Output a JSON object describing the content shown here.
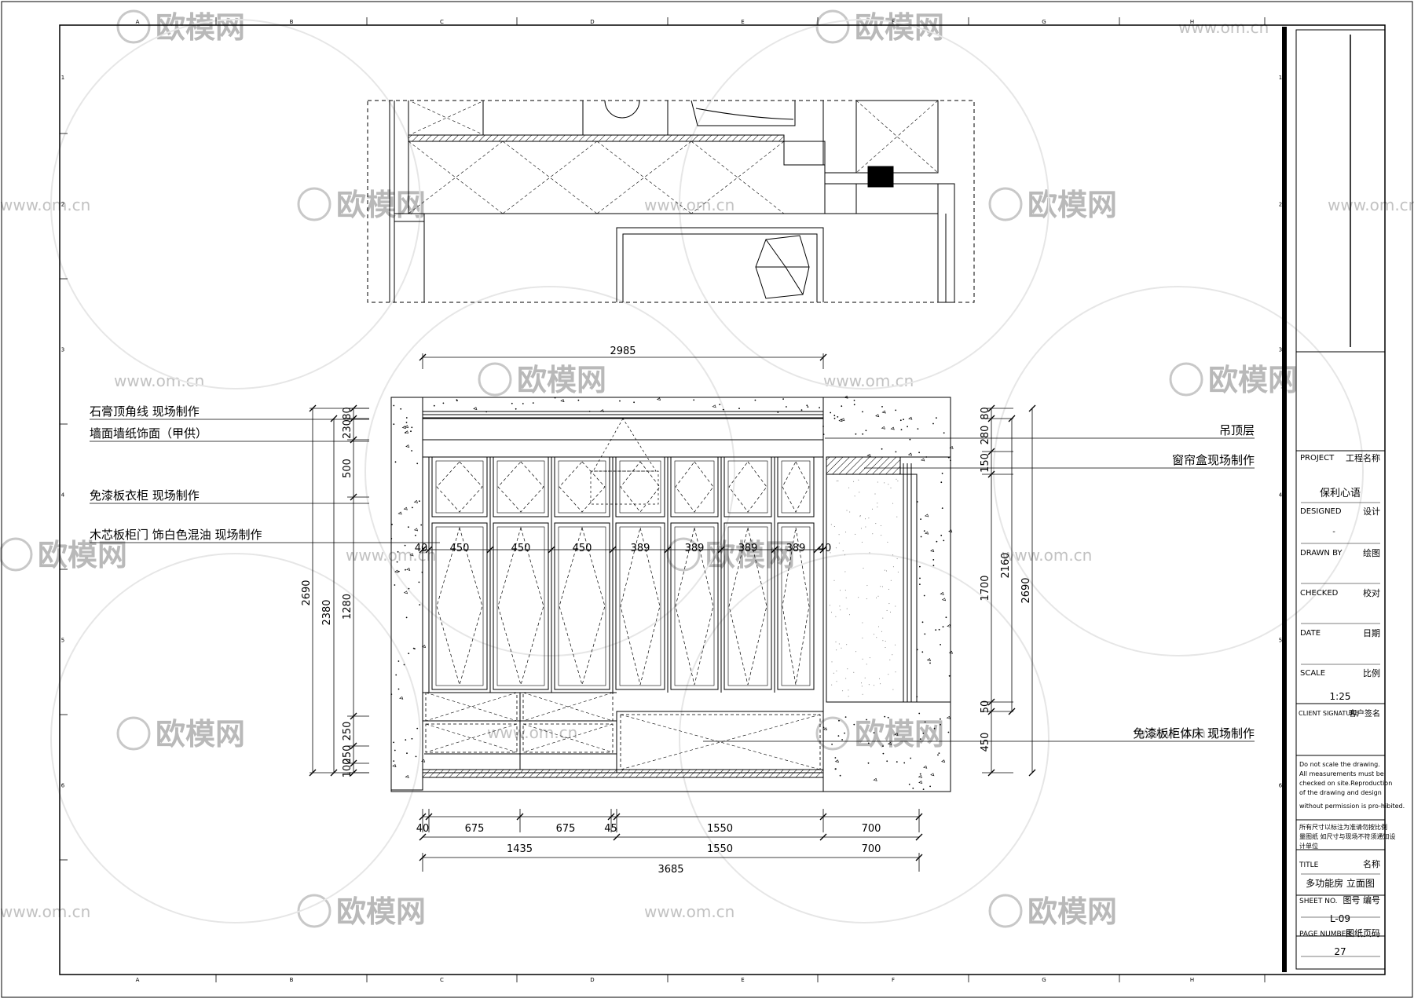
{
  "drawing": {
    "plan_area": "plan-view",
    "dimensions": {
      "top_total": "2985",
      "bottom_row1": [
        "40",
        "675",
        "675",
        "45",
        "1550",
        "700"
      ],
      "bottom_row2": [
        "1435",
        "1550",
        "700"
      ],
      "bottom_total": "3685",
      "door_widths": [
        "40",
        "450",
        "450",
        "450",
        "389",
        "389",
        "389",
        "389",
        "40"
      ],
      "left_inner": [
        "80",
        "230",
        "500",
        "1280",
        "250",
        "250",
        "100"
      ],
      "left_mid": "2380",
      "left_outer": "2690",
      "right_inner": [
        "80",
        "280",
        "150",
        "1700",
        "50",
        "450"
      ],
      "right_mid": "2160",
      "right_outer": "2690"
    },
    "labels_left": [
      "石膏顶角线 现场制作",
      "墙面墙纸饰面（甲供）",
      "免漆板衣柜 现场制作",
      "木芯板柜门 饰白色混油 现场制作"
    ],
    "labels_right": [
      "吊顶层",
      "窗帘盒现场制作",
      "免漆板柜体床 现场制作"
    ]
  },
  "title_block": {
    "project_en": "PROJECT",
    "project_cn": "工程名称",
    "project_name": "保利心语",
    "designed_en": "DESIGNED",
    "designed_cn": "设计",
    "designed_value": "-",
    "drawn_en": "DRAWN BY",
    "drawn_cn": "绘图",
    "checked_en": "CHECKED",
    "checked_cn": "校对",
    "date_en": "DATE",
    "date_cn": "日期",
    "scale_en": "SCALE",
    "scale_cn": "比例",
    "scale_value": "1:25",
    "client_en": "CLIENT SIGNATURE",
    "client_cn": "客户签名",
    "note_en": [
      "Do not scale the drawing.",
      "All measurements must be",
      "checked on site.Reproduction",
      "of the drawing and design",
      "without permission is pro-hibited."
    ],
    "note_cn": [
      "所有尺寸以标注为准请勿按比例",
      "量图纸 如尺寸与现场不符须通知设",
      "计单位"
    ],
    "title_en": "TITLE",
    "title_cn": "名称",
    "title_value": "多功能房 立面图",
    "sheet_en": "SHEET NO.",
    "sheet_cn": "图号 编号",
    "sheet_value": "L-09",
    "page_en": "PAGE NUMBER",
    "page_cn": "图纸页码",
    "page_value": "27"
  },
  "border": {
    "col_letters": [
      "A",
      "B",
      "C",
      "D",
      "E",
      "F",
      "G",
      "H"
    ],
    "row_numbers": [
      "1",
      "2",
      "3",
      "4",
      "5",
      "6"
    ]
  },
  "watermark": {
    "brand": "欧模网",
    "url": "www.om.cn"
  }
}
